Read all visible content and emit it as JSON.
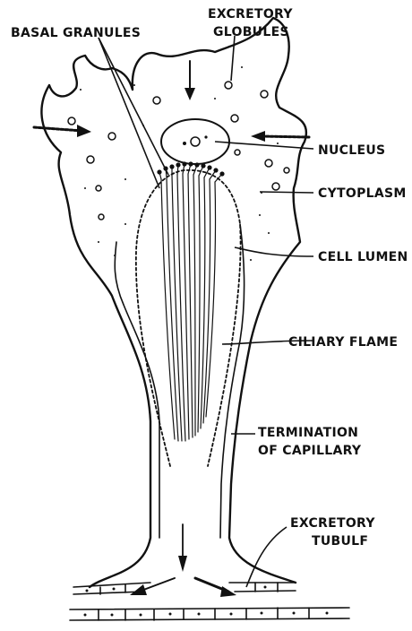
{
  "labels": {
    "basal_granules": "BASAL GRANULES",
    "excretory_globules_1": "EXCRETORY",
    "excretory_globules_2": "GLOBULES",
    "nucleus": "NUCLEUS",
    "cytoplasm": "CYTOPLASM",
    "cell_lumen": "CELL LUMEN",
    "ciliary_flame": "CILIARY FLAME",
    "termination_1": "TERMINATION",
    "termination_2": "OF CAPILLARY",
    "excretory_tubule_1": "EXCRETORY",
    "excretory_tubule_2": "TUBULF"
  }
}
